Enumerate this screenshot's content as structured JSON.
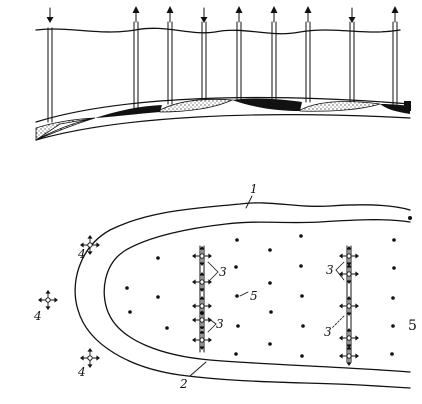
{
  "labels": {
    "contour_outer": "1",
    "contour_inner": "2",
    "well_group_left_top": "3",
    "well_group_left_bottom": "3",
    "well_group_right_top": "3",
    "well_group_right_bottom": "3",
    "edge_well_top": "4",
    "edge_well_left": "4",
    "edge_well_bottom": "4",
    "producer_label": "5",
    "right_edge_label": "5"
  },
  "colors": {
    "ink": "#111111",
    "background": "#ffffff"
  }
}
